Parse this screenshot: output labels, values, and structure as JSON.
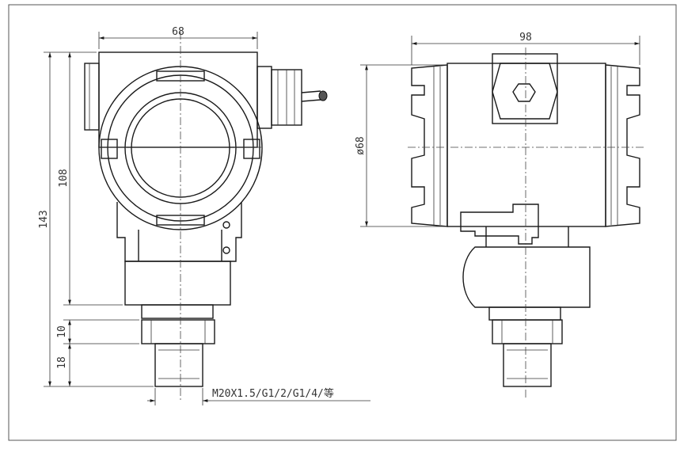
{
  "drawing": {
    "left_view": {
      "dim_width": "68",
      "dim_total_height": "143",
      "dim_body_height": "108",
      "dim_hex_height": "10",
      "dim_thread_height": "18",
      "thread_note": "M20X1.5/G1/2/G1/4/等"
    },
    "right_view": {
      "dim_width": "98",
      "dim_diameter": "ø68"
    }
  }
}
